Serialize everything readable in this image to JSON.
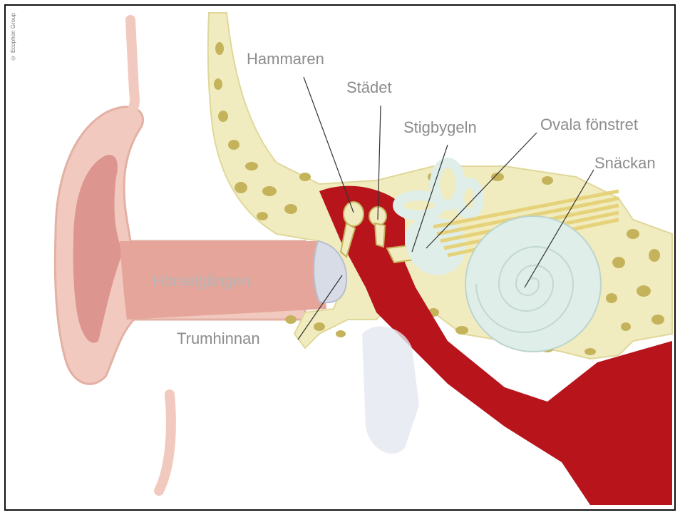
{
  "copyright": "© Ecophon Group",
  "labels": {
    "hammaren": "Hammaren",
    "stadet": "Städet",
    "stigbygeln": "Stigbygeln",
    "ovala_fonstret": "Ovala fönstret",
    "snackan": "Snäckan",
    "horselgangen": "Hörselgången",
    "trumhinnan": "Trumhinnan"
  },
  "colors": {
    "skin": "#f1c9bf",
    "canal": "#e6a59a",
    "bone": "#f1ecbf",
    "bone_hole": "#c5b35c",
    "middle_ear": "#b7141b",
    "cochlea": "#dfeee9",
    "nerve": "#e6d27a",
    "eardrum": "#d7dce6"
  }
}
